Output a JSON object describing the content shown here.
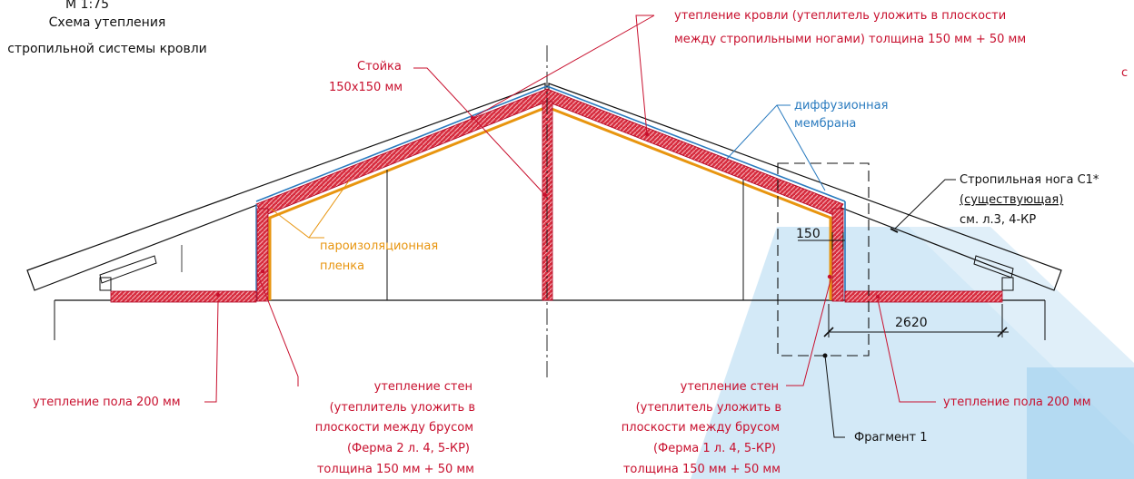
{
  "title": {
    "scale": "М 1:75",
    "line1": "Схема утепления",
    "line2": "стропильной системы кровли"
  },
  "labels": {
    "roof_insulation_1": "утепление кровли (утеплитель уложить в плоскости",
    "roof_insulation_2": "между стропильными ногами) толщина 150 мм  + 50 мм",
    "post_1": "Стойка",
    "post_2": "150x150 мм",
    "membrane_1": "диффузионная",
    "membrane_2": "мембрана",
    "rafter_1": "Стропильная нога С1*",
    "rafter_2": "(существующая)",
    "rafter_3": "см. л.3, 4-КР",
    "vapor_1": "пароизоляционная",
    "vapor_2": "пленка",
    "corner_c": "с",
    "floor_left": "утепление пола 200 мм",
    "floor_right": "утепление пола 200 мм",
    "walls_left_1": "утепление стен",
    "walls_left_2": "(утеплитель уложить в",
    "walls_left_3": "плоскости между брусом",
    "walls_left_4": "(Ферма 2 л. 4, 5-КР)",
    "walls_left_5": "толщина 150 мм + 50 мм",
    "walls_right_1": "утепление стен",
    "walls_right_2": "(утеплитель уложить в",
    "walls_right_3": "плоскости между брусом",
    "walls_right_4": "(Ферма 1 л. 4, 5-КР)",
    "walls_right_5": "толщина 150 мм + 50 мм",
    "fragment": "Фрагмент 1"
  },
  "dimensions": {
    "wall_thickness": "150",
    "overhang": "2620"
  },
  "colors": {
    "insulation": "#c8102e",
    "membrane": "#2a7bbf",
    "vapor_barrier": "#e8950f",
    "watermark": "#1e90d6"
  }
}
